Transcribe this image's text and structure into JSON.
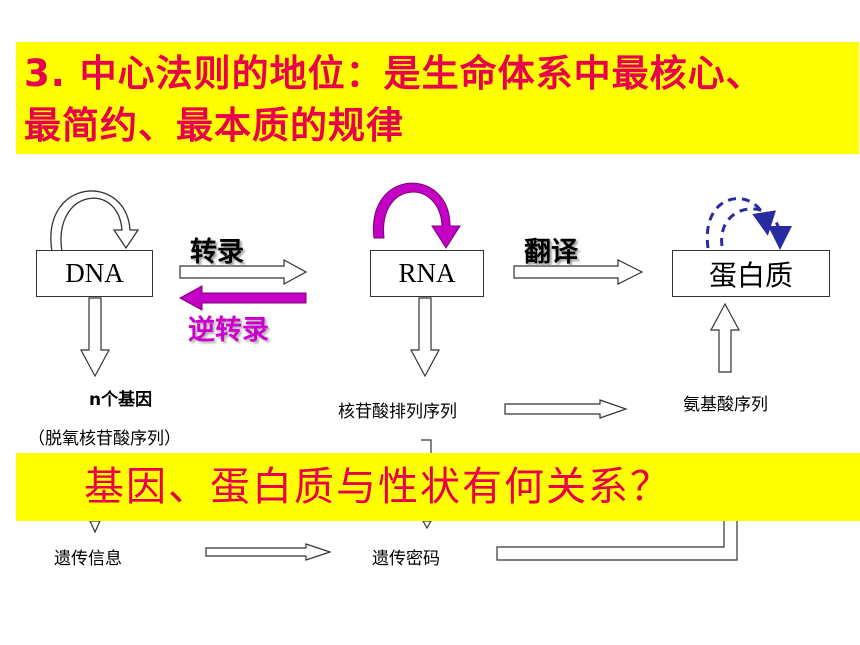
{
  "title": {
    "line1": "3. 中心法则的地位：是生命体系中最核心、",
    "line2": "最简约、最本质的规律"
  },
  "nodes": {
    "dna": "DNA",
    "rna": "RNA",
    "protein": "蛋白质"
  },
  "edges": {
    "transcription": "转录",
    "reverse_transcription": "逆转录",
    "translation": "翻译"
  },
  "sequence_labels": {
    "dna_genes": "n个基因",
    "dna_genes_detail": "（脱氧核苷酸序列）",
    "rna_sequence": "核苷酸排列序列",
    "amino_acid_sequence": "氨基酸序列"
  },
  "info_labels": {
    "genetic_information": "遗传信息",
    "genetic_code": "遗传密码"
  },
  "question": "基因、蛋白质与性状有何关系？",
  "colors": {
    "title_red": "#e8004c",
    "highlight_yellow": "#ffff00",
    "reverse_magenta": "#cc00cc",
    "protein_loop_blue": "#2a2aa0"
  }
}
